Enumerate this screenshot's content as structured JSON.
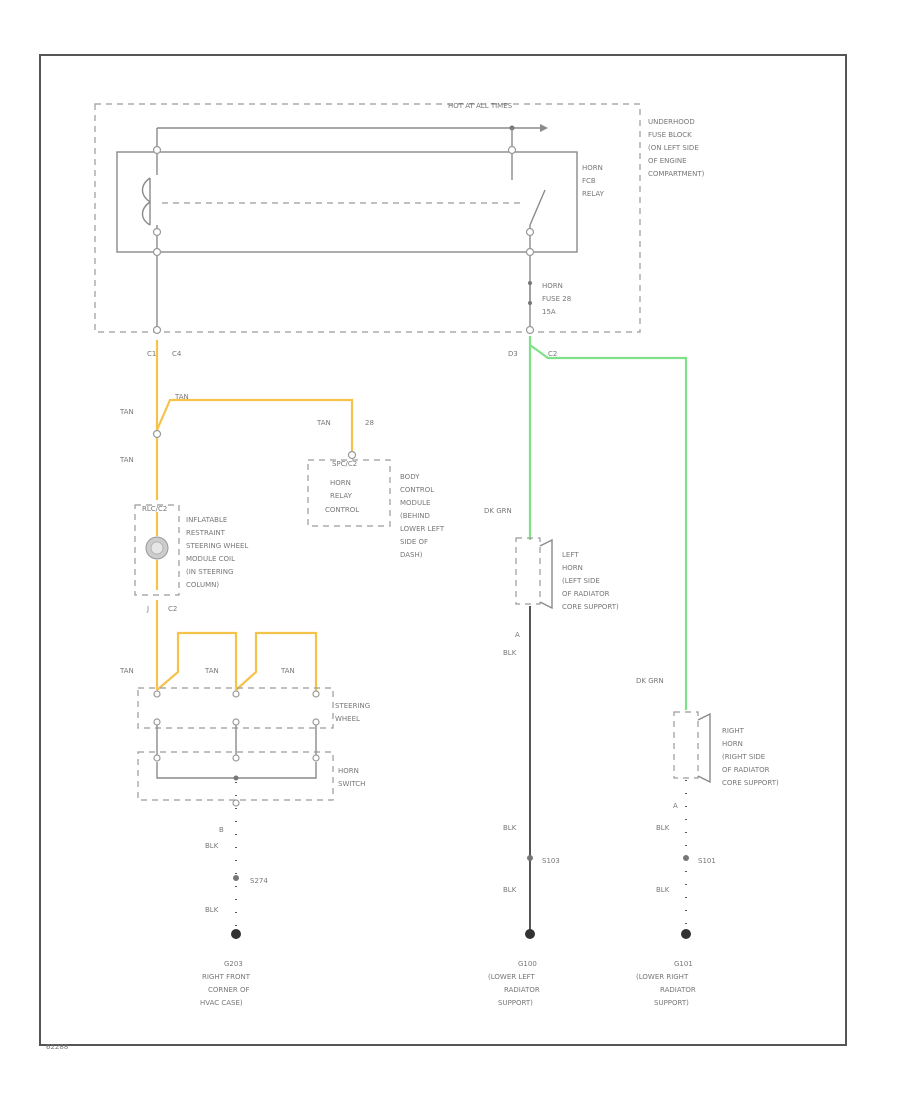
{
  "diagram": {
    "top_label": "HOT AT ALL TIMES",
    "figure_id": "62288",
    "fuse_block": {
      "l1": "UNDERHOOD",
      "l2": "FUSE BLOCK",
      "l3": "(ON LEFT SIDE",
      "l4": "OF ENGINE",
      "l5": "COMPARTMENT)"
    },
    "horn_relay": {
      "l1": "HORN",
      "l2": "FCB",
      "l3": "RELAY"
    },
    "horn_fuse": {
      "l1": "HORN",
      "l2": "FUSE 28",
      "l3": "15A"
    },
    "conn_left": {
      "pin": "C1",
      "term": "C4"
    },
    "conn_right": {
      "pin": "D3",
      "term": "C2"
    },
    "wires": {
      "tan": "TAN",
      "tan_28": "28",
      "dk_grn": "DK GRN",
      "blk": "BLK",
      "pin_a": "A",
      "pin_b": "B",
      "pin_j": "J",
      "pin_c2": "C2"
    },
    "bcm": {
      "connector": "SPC/C2",
      "inner_l1": "HORN",
      "inner_l2": "RELAY",
      "inner_l3": "CONTROL",
      "l1": "BODY",
      "l2": "CONTROL",
      "l3": "MODULE",
      "l4": "(BEHIND",
      "l5": "LOWER LEFT",
      "l6": "SIDE OF",
      "l7": "DASH)"
    },
    "coil": {
      "connector": "RLC/C2",
      "l1": "INFLATABLE",
      "l2": "RESTRAINT",
      "l3": "STEERING WHEEL",
      "l4": "MODULE COIL",
      "l5": "(IN STEERING",
      "l6": "COLUMN)"
    },
    "steering_wheel": {
      "l1": "STEERING",
      "l2": "WHEEL"
    },
    "horn_switch": {
      "l1": "HORN",
      "l2": "SWITCH"
    },
    "left_horn": {
      "l1": "LEFT",
      "l2": "HORN",
      "l3": "(LEFT SIDE",
      "l4": "OF RADIATOR",
      "l5": "CORE SUPPORT)"
    },
    "right_horn": {
      "l1": "RIGHT",
      "l2": "HORN",
      "l3": "(RIGHT SIDE",
      "l4": "OF RADIATOR",
      "l5": "CORE SUPPORT)"
    },
    "splices": {
      "s274": "S274",
      "s103": "S103",
      "s101": "S101"
    },
    "grounds": {
      "g203": {
        "id": "G203",
        "l1": "RIGHT FRONT",
        "l2": "CORNER OF",
        "l3": "HVAC CASE)"
      },
      "g100": {
        "id": "G100",
        "l1": "(LOWER LEFT",
        "l2": "RADIATOR",
        "l3": "SUPPORT)"
      },
      "g101": {
        "id": "G101",
        "l1": "(LOWER RIGHT",
        "l2": "RADIATOR",
        "l3": "SUPPORT)"
      }
    }
  }
}
